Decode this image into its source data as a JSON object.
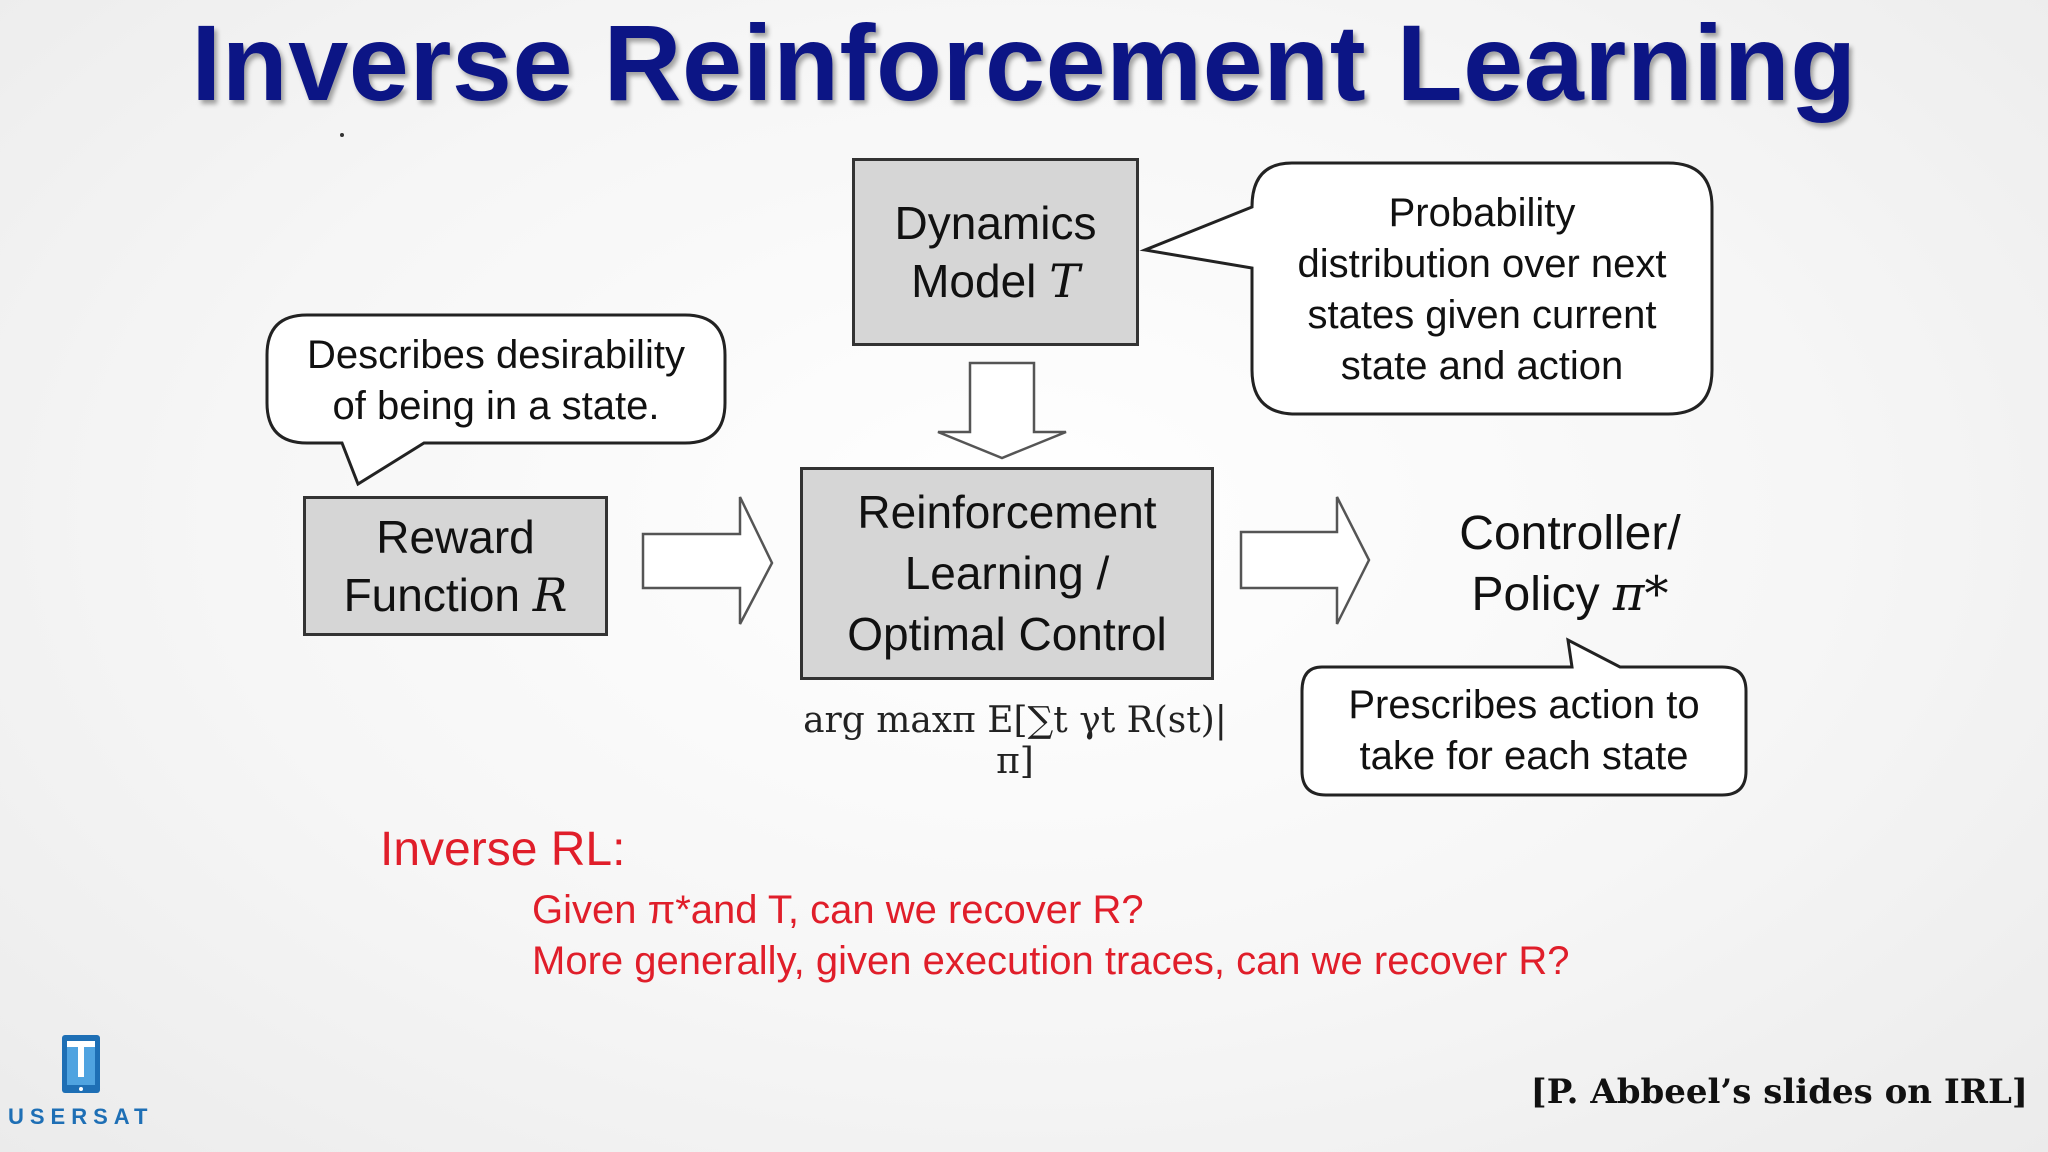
{
  "slide": {
    "title": "Inverse Reinforcement Learning",
    "citation": "[P. Abbeel’s slides on IRL]",
    "logo_text": "USERSAT"
  },
  "diagram": {
    "dynamics_box": {
      "line1": "Dynamics",
      "line2_text": "Model ",
      "line2_symbol": "T"
    },
    "dynamics_bubble": [
      "Probability",
      "distribution over next",
      "states given current",
      "state and action"
    ],
    "reward_bubble": [
      "Describes desirability",
      "of being in a state."
    ],
    "reward_box": {
      "line1": "Reward",
      "line2_text": "Function ",
      "line2_symbol": "R"
    },
    "rl_box": [
      "Reinforcement",
      "Learning /",
      "Optimal Control"
    ],
    "policy": {
      "line1": "Controller/",
      "line2_text": "Policy ",
      "line2_symbol": "π*"
    },
    "policy_bubble": [
      "Prescribes action to",
      "take for each state"
    ],
    "formula": "arg maxπ E[∑t γt R(st)|π]"
  },
  "inverse_rl": {
    "heading": "Inverse RL:",
    "line1": "Given π*and T, can we recover R?",
    "line2": "More generally, given execution traces, can we recover R?"
  },
  "colors": {
    "title": "#0c1585",
    "red_text": "#e01e2a",
    "box_fill": "#d6d6d6",
    "logo": "#1e6fb5"
  }
}
